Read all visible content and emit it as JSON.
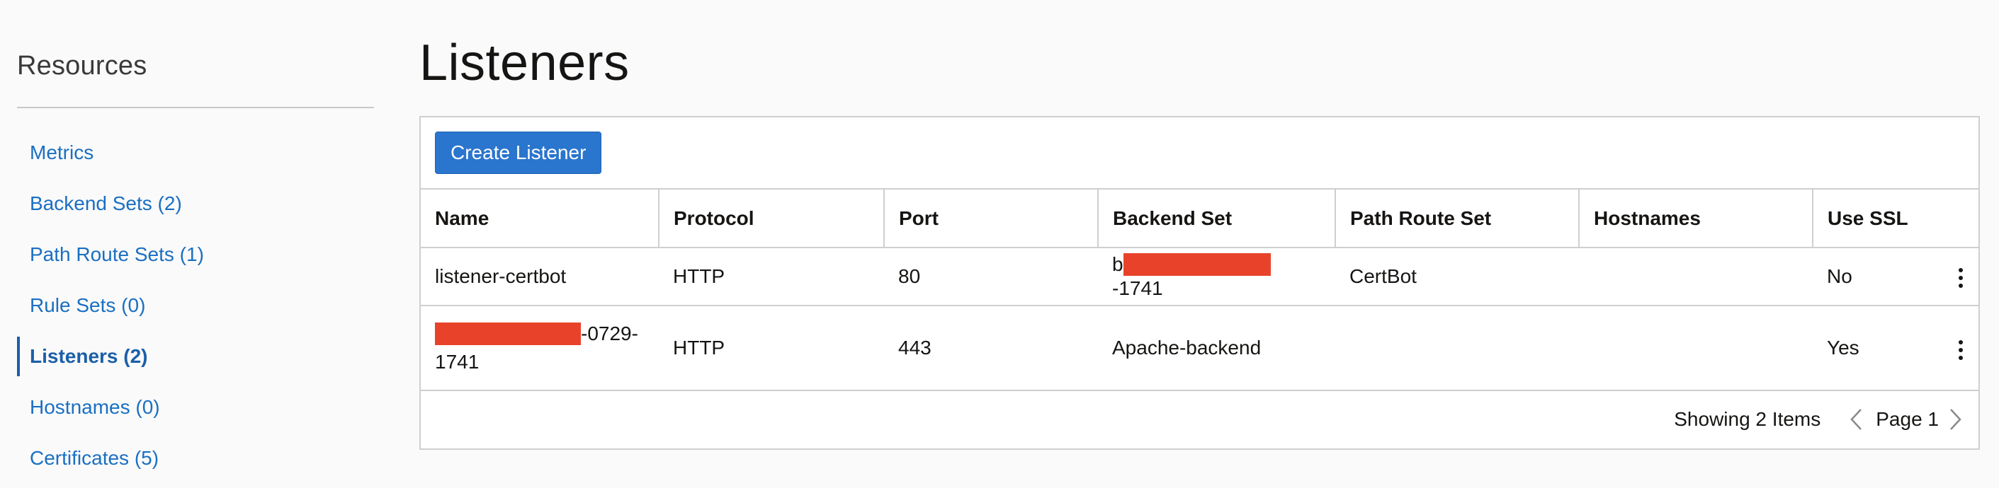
{
  "sidebar": {
    "title": "Resources",
    "items": [
      {
        "label": "Metrics"
      },
      {
        "label": "Backend Sets (2)"
      },
      {
        "label": "Path Route Sets (1)"
      },
      {
        "label": "Rule Sets (0)"
      },
      {
        "label": "Listeners (2)",
        "active": true
      },
      {
        "label": "Hostnames (0)"
      },
      {
        "label": "Certificates (5)"
      }
    ]
  },
  "main": {
    "title": "Listeners",
    "create_button_label": "Create Listener",
    "table": {
      "columns": [
        "Name",
        "Protocol",
        "Port",
        "Backend Set",
        "Path Route Set",
        "Hostnames",
        "Use SSL"
      ],
      "rows": [
        {
          "name": "listener-certbot",
          "protocol": "HTTP",
          "port": "80",
          "backend_set_prefix": "b",
          "backend_set_suffix": "-1741",
          "path_route_set": "CertBot",
          "hostnames": "",
          "use_ssl": "No"
        },
        {
          "name_suffix_line1": "-0729-",
          "name_line2": "1741",
          "protocol": "HTTP",
          "port": "443",
          "backend_set": "Apache-backend",
          "path_route_set": "",
          "hostnames": "",
          "use_ssl": "Yes"
        }
      ]
    },
    "footer": {
      "count_label": "Showing 2 Items",
      "page_label": "Page 1"
    }
  },
  "colors": {
    "link": "#1a6fc2",
    "primary_button": "#2a75cd",
    "redaction": "#e8432a"
  }
}
